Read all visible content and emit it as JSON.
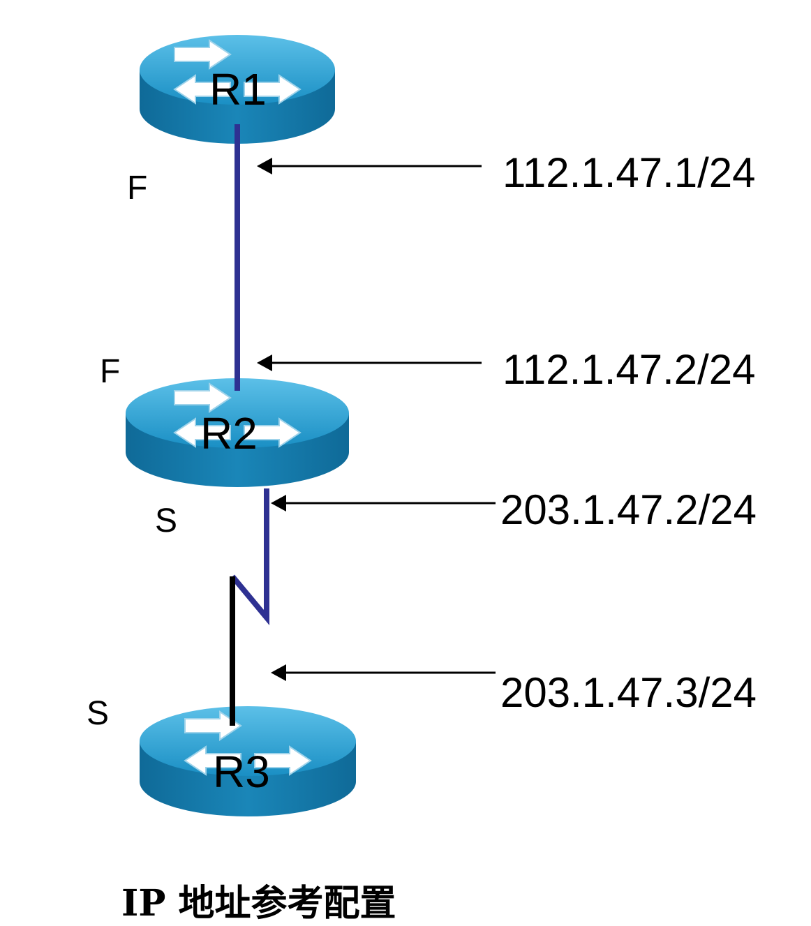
{
  "routers": [
    {
      "name": "R1"
    },
    {
      "name": "R2"
    },
    {
      "name": "R3"
    }
  ],
  "interfaces": {
    "r1_fast": "F",
    "r2_fast": "F",
    "r2_serial": "S",
    "r3_serial": "S"
  },
  "addresses": [
    "112.1.47.1/24",
    "112.1.47.2/24",
    "203.1.47.2/24",
    "203.1.47.3/24"
  ],
  "caption": "IP 地址参考配置",
  "colors": {
    "router_top": "#2f9fce",
    "router_side": "#1479a8",
    "link": "#2e3192",
    "serial_lower": "#000000"
  }
}
